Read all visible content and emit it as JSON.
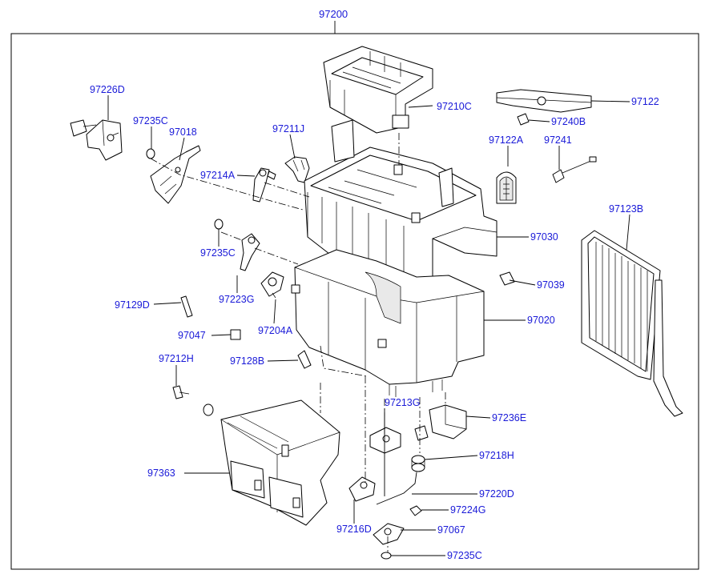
{
  "diagram": {
    "assembly_label": "97200",
    "label_color": "#1a1ad8",
    "parts": [
      {
        "id": "97226D",
        "label": "97226D"
      },
      {
        "id": "97235C_a",
        "label": "97235C"
      },
      {
        "id": "97018",
        "label": "97018"
      },
      {
        "id": "97211J",
        "label": "97211J"
      },
      {
        "id": "97210C",
        "label": "97210C"
      },
      {
        "id": "97122",
        "label": "97122"
      },
      {
        "id": "97240B",
        "label": "97240B"
      },
      {
        "id": "97122A",
        "label": "97122A"
      },
      {
        "id": "97241",
        "label": "97241"
      },
      {
        "id": "97214A",
        "label": "97214A"
      },
      {
        "id": "97123B",
        "label": "97123B"
      },
      {
        "id": "97030",
        "label": "97030"
      },
      {
        "id": "97235C_b",
        "label": "97235C"
      },
      {
        "id": "97039",
        "label": "97039"
      },
      {
        "id": "97223G",
        "label": "97223G"
      },
      {
        "id": "97129D",
        "label": "97129D"
      },
      {
        "id": "97020",
        "label": "97020"
      },
      {
        "id": "97047",
        "label": "97047"
      },
      {
        "id": "97204A",
        "label": "97204A"
      },
      {
        "id": "97212H",
        "label": "97212H"
      },
      {
        "id": "97128B",
        "label": "97128B"
      },
      {
        "id": "97213G",
        "label": "97213G"
      },
      {
        "id": "97236E",
        "label": "97236E"
      },
      {
        "id": "97363",
        "label": "97363"
      },
      {
        "id": "97218H",
        "label": "97218H"
      },
      {
        "id": "97220D",
        "label": "97220D"
      },
      {
        "id": "97224G",
        "label": "97224G"
      },
      {
        "id": "97216D",
        "label": "97216D"
      },
      {
        "id": "97067",
        "label": "97067"
      },
      {
        "id": "97235C_c",
        "label": "97235C"
      }
    ]
  }
}
